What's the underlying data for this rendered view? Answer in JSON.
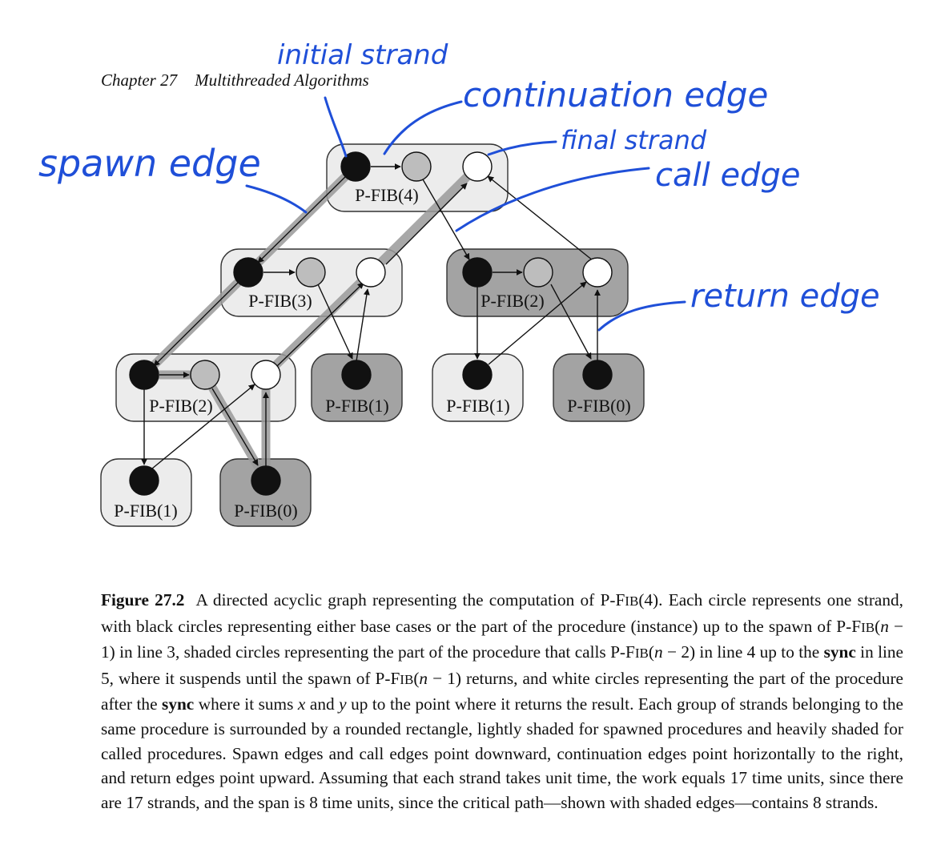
{
  "header": {
    "chapter": "Chapter 27",
    "title": "Multithreaded Algorithms"
  },
  "annotations": {
    "initial_strand": "initial strand",
    "continuation_edge": "continuation edge",
    "final_strand": "final strand",
    "call_edge": "call edge",
    "spawn_edge": "spawn edge",
    "return_edge": "return edge",
    "color": "#1f4fd8"
  },
  "procedures": {
    "fib4": "P-FIB(4)",
    "fib3": "P-FIB(3)",
    "fib2_called": "P-FIB(2)",
    "fib2_spawned": "P-FIB(2)",
    "fib1_a": "P-FIB(1)",
    "fib1_b": "P-FIB(1)",
    "fib0_a": "P-FIB(0)",
    "fib1_c": "P-FIB(1)",
    "fib0_b": "P-FIB(0)"
  },
  "colors": {
    "spawned_box": "#ececec",
    "called_box": "#a3a3a3",
    "black_strand": "#111111",
    "shaded_strand": "#bdbdbd",
    "white_strand": "#ffffff",
    "critical_path": "#9a9a9a"
  },
  "caption": {
    "number": "Figure 27.2",
    "t1": "A directed acyclic graph representing the computation of P-F",
    "t2": "(4). Each circle represents one strand, with black circles representing either base cases or the part of the procedure (instance) up to the spawn of P-F",
    "t3": "(",
    "t4": " − 1) in line 3, shaded circles representing the part of the procedure that calls P-F",
    "t5": "(",
    "t6": " − 2) in line 4 up to the ",
    "t7": " in line 5, where it suspends until the spawn of P-F",
    "t8": "(",
    "t9": " − 1) returns, and white circles representing the part of the procedure after the ",
    "t10": " where it sums ",
    "t11": " and ",
    "t12": " up to the point where it returns the result. Each group of strands belonging to the same procedure is surrounded by a rounded rectangle, lightly shaded for spawned procedures and heavily shaded for called procedures. Spawn edges and call edges point downward, continuation edges point horizontally to the right, and return edges point upward. Assuming that each strand takes unit time, the work equals 17 time units, since there are 17 strands, and the span is 8 time units, since the critical path—shown with shaded edges—contains 8 strands.",
    "sc": "IB",
    "n": "n",
    "x": "x",
    "y": "y",
    "sync": "sync"
  }
}
